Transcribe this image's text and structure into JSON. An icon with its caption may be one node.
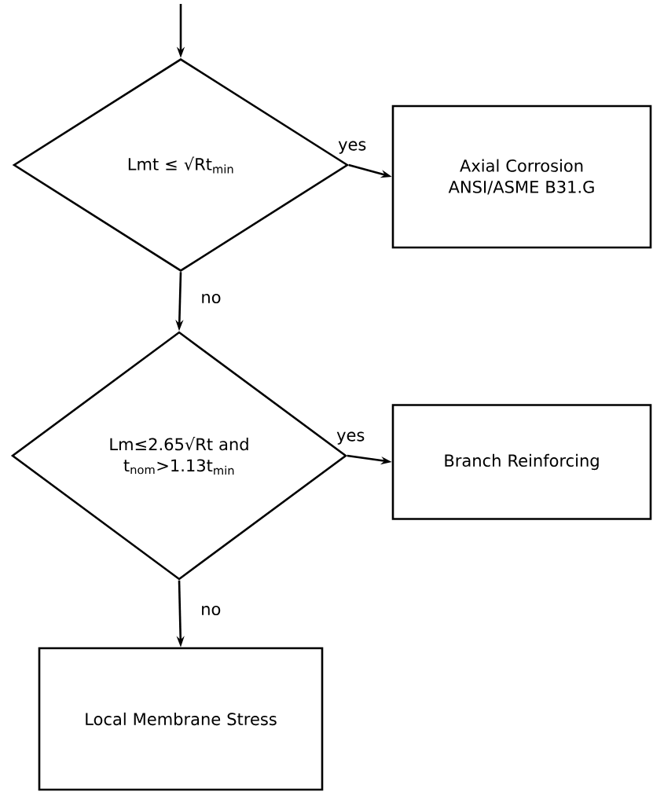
{
  "diagram": {
    "nodes": [
      {
        "text": [
          "Lmt ≤ √Rt$_{min}$"
        ]
      },
      {
        "text": [
          "Axial Corrosion ANSI/ASME B31.G"
        ]
      },
      {
        "text": [
          "Lm≤2.65√Rt and t$_{nom}$>1.13t$_{min}$"
        ]
      },
      {
        "text": [
          "Branch Reinforcing"
        ]
      },
      {
        "text": [
          "Local Membrane Stress"
        ]
      }
    ],
    "edges": [
      {
        "from": null,
        "to": 0,
        "arrow": "to"
      },
      {
        "from": 0,
        "to": 1,
        "arrow": "to",
        "label": "yes"
      },
      {
        "from": 0,
        "to": 2,
        "arrow": "to",
        "label": "no"
      },
      {
        "from": 2,
        "to": 3,
        "arrow": "to",
        "label": "yes"
      },
      {
        "from": 2,
        "to": 4,
        "arrow": "to",
        "label": "no"
      }
    ]
  }
}
